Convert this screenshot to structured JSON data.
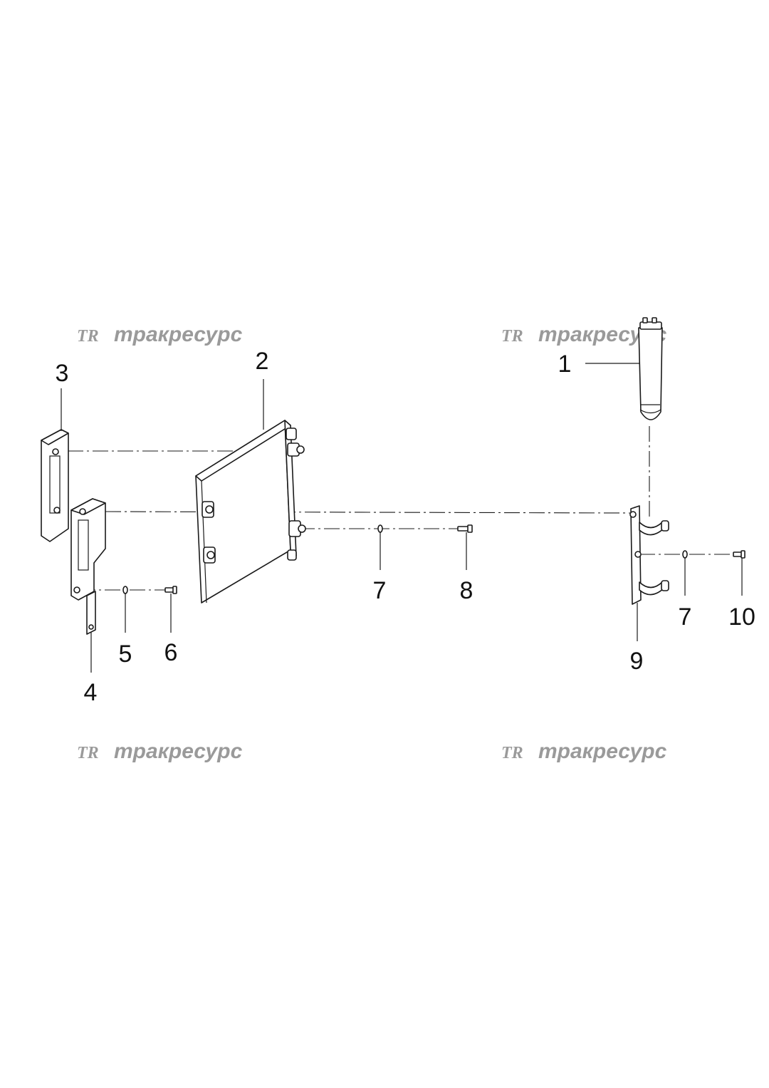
{
  "diagram": {
    "watermark_text": "тракресурс",
    "callouts": {
      "c1": "1",
      "c2": "2",
      "c3": "3",
      "c4": "4",
      "c5": "5",
      "c6": "6",
      "c7a": "7",
      "c7b": "7",
      "c8": "8",
      "c9": "9",
      "c10": "10"
    }
  }
}
